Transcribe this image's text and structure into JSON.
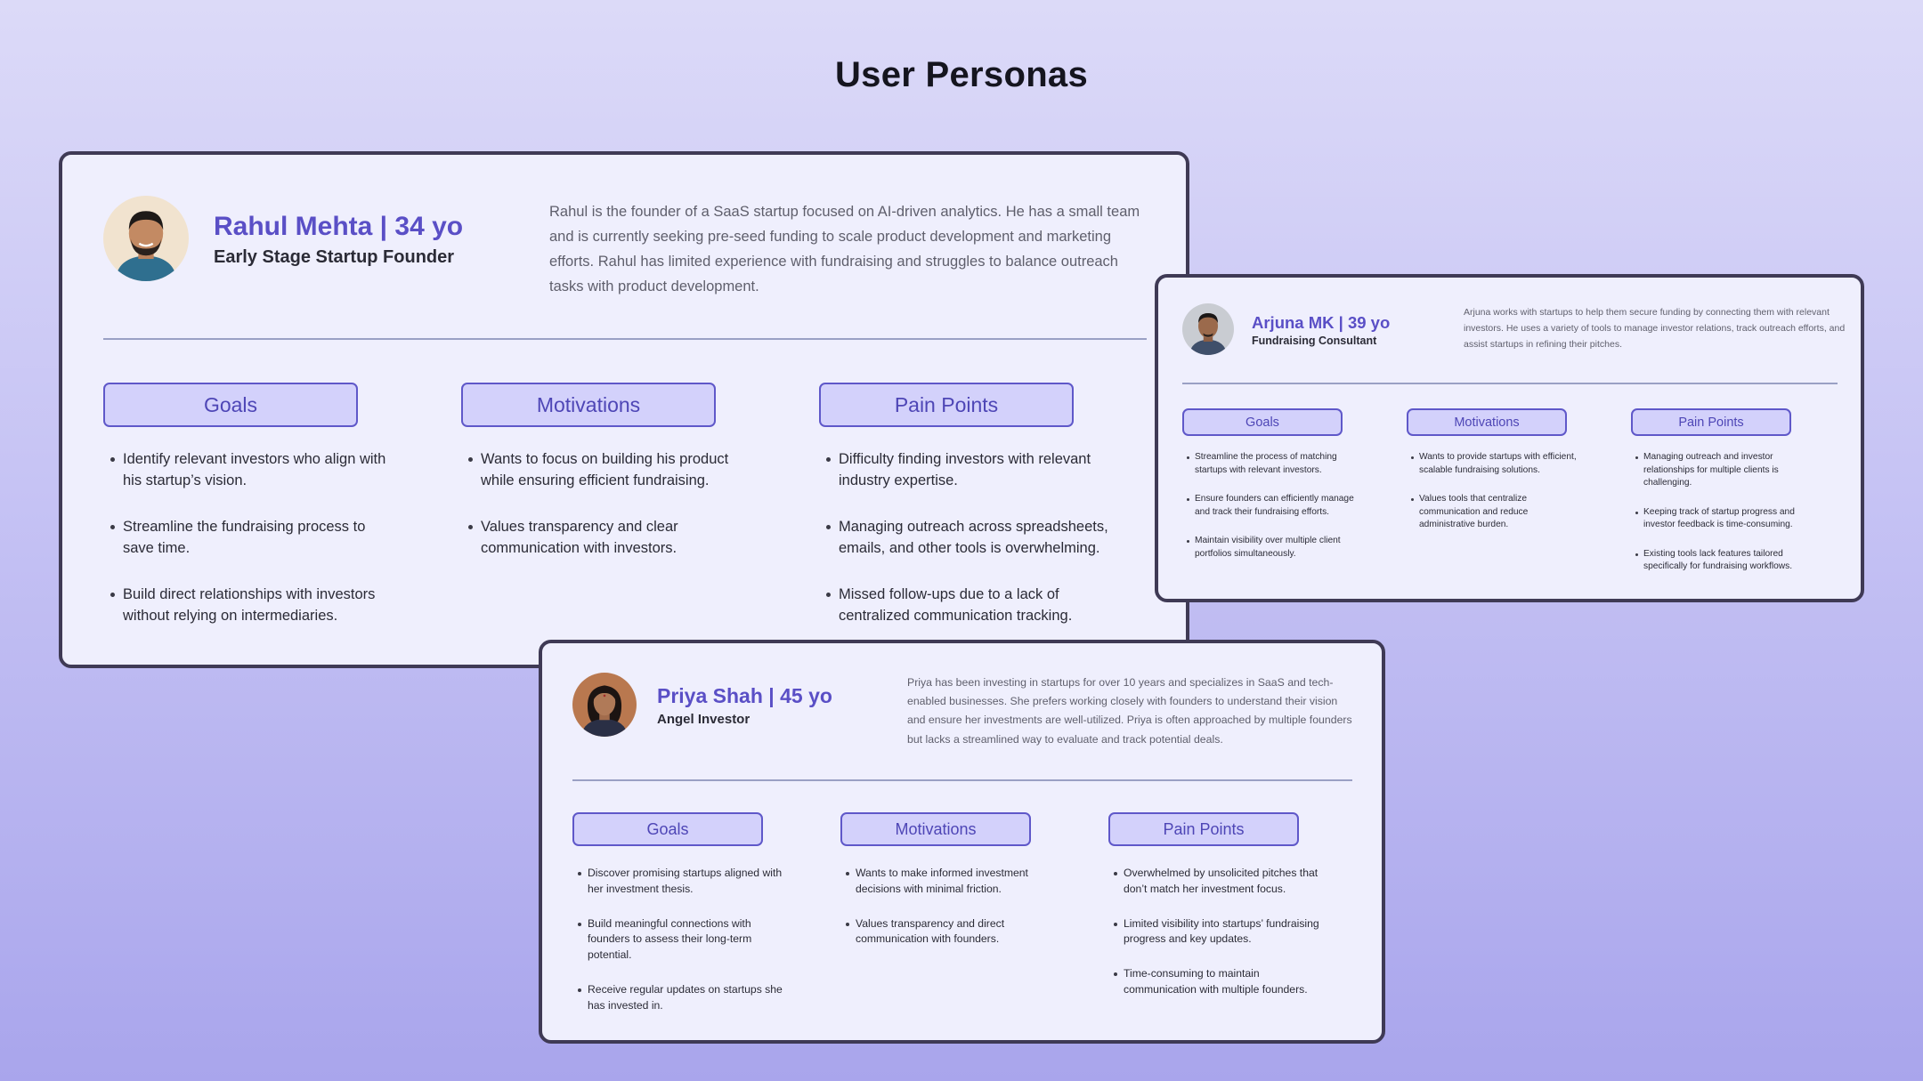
{
  "page": {
    "title": "User Personas"
  },
  "colors": {
    "accent": "#5a4fc6",
    "tag_bg": "#d3d1fb",
    "card_bg": "#efeffd",
    "card_border": "#3f3a55"
  },
  "personas": [
    {
      "name": "Rahul Mehta | 34 yo",
      "role": "Early Stage Startup Founder",
      "description": "Rahul is the founder of a SaaS startup focused on AI-driven analytics. He has a small team and is currently seeking pre-seed funding to scale product development and marketing efforts. Rahul has limited experience with fundraising and struggles to balance outreach tasks with product development.",
      "avatar": "male-portrait-avatar",
      "goals_label": "Goals",
      "motivations_label": "Motivations",
      "pain_points_label": "Pain Points",
      "goals": [
        "Identify relevant investors who align with his startup’s vision.",
        "Streamline the fundraising process to save time.",
        "Build direct relationships with investors without relying on intermediaries."
      ],
      "motivations": [
        "Wants to focus on building his product while ensuring efficient fundraising.",
        "Values transparency and clear communication with investors."
      ],
      "pain_points": [
        "Difficulty finding investors with relevant industry expertise.",
        "Managing outreach across spreadsheets, emails, and other tools is overwhelming.",
        "Missed follow-ups due to a lack of centralized communication tracking."
      ]
    },
    {
      "name": "Arjuna MK | 39 yo",
      "role": "Fundraising Consultant",
      "description": "Arjuna works with startups to help them secure funding by connecting them with relevant investors. He uses a variety of tools to manage investor relations, track outreach efforts, and assist startups in refining their pitches.",
      "avatar": "male-portrait-avatar",
      "goals_label": "Goals",
      "motivations_label": "Motivations",
      "pain_points_label": "Pain Points",
      "goals": [
        "Streamline the process of matching startups with relevant investors.",
        "Ensure founders can efficiently manage and track their fundraising efforts.",
        "Maintain visibility over multiple client portfolios simultaneously."
      ],
      "motivations": [
        "Wants to provide startups with efficient, scalable fundraising solutions.",
        "Values tools that centralize communication and reduce administrative burden."
      ],
      "pain_points": [
        "Managing outreach and investor relationships for multiple clients is challenging.",
        "Keeping track of startup progress and investor feedback is time-consuming.",
        "Existing tools lack features tailored specifically for fundraising workflows."
      ]
    },
    {
      "name": "Priya Shah | 45 yo",
      "role": "Angel Investor",
      "description": "Priya has been investing in startups for over 10 years and specializes in SaaS and tech-enabled businesses. She prefers working closely with founders to understand their vision and ensure her investments are well-utilized. Priya is often approached by multiple founders but lacks a streamlined way to evaluate and track potential deals.",
      "avatar": "female-portrait-avatar",
      "goals_label": "Goals",
      "motivations_label": "Motivations",
      "pain_points_label": "Pain Points",
      "goals": [
        "Discover promising startups aligned with her investment thesis.",
        "Build meaningful connections with founders to assess their long-term potential.",
        "Receive regular updates on startups she has invested in."
      ],
      "motivations": [
        "Wants to make informed investment decisions with minimal friction.",
        "Values transparency and direct communication with founders."
      ],
      "pain_points": [
        "Overwhelmed by unsolicited pitches that don’t match her investment focus.",
        "Limited visibility into startups’ fundraising progress and key updates.",
        "Time-consuming to maintain communication with multiple founders."
      ]
    }
  ]
}
